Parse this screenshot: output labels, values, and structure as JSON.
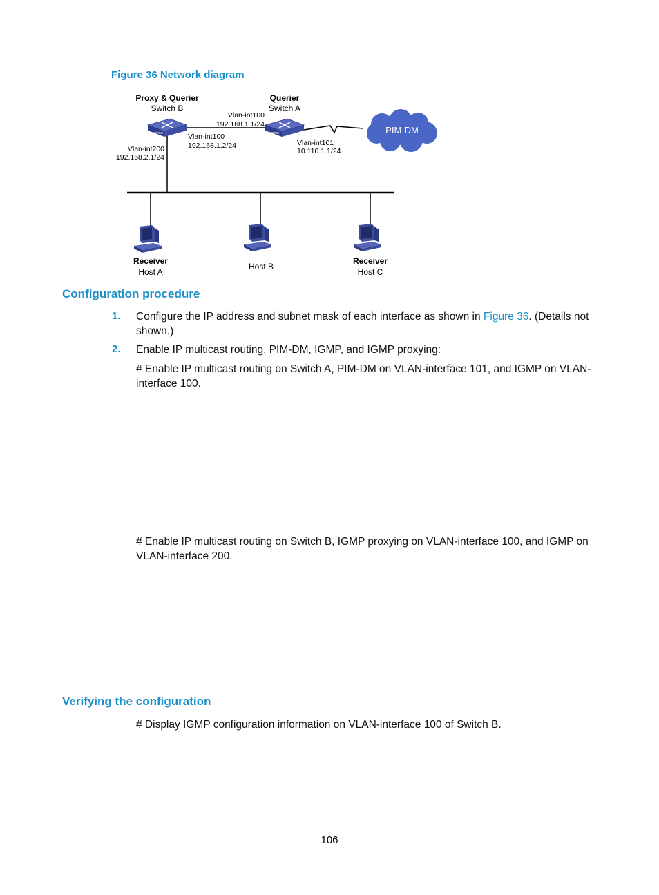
{
  "figure": {
    "caption": "Figure 36 Network diagram",
    "switch_b": {
      "role": "Proxy & Querier",
      "name": "Switch B",
      "port_left_label": "Vlan-int200",
      "port_left_ip": "192.168.2.1/24",
      "port_right_label": "Vlan-int100",
      "port_right_ip": "192.168.1.2/24"
    },
    "switch_a": {
      "role": "Querier",
      "name": "Switch A",
      "port_left_label": "Vlan-int100",
      "port_left_ip": "192.168.1.1/24",
      "port_right_label": "Vlan-int101",
      "port_right_ip": "10.110.1.1/24"
    },
    "cloud_label": "PIM-DM",
    "host_a": {
      "role": "Receiver",
      "name": "Host A"
    },
    "host_b": {
      "name": "Host B"
    },
    "host_c": {
      "role": "Receiver",
      "name": "Host C"
    },
    "device_badge": "SWITCH",
    "colors": {
      "device": "#3b4c9e",
      "cloud": "#4a67c8",
      "accent": "#1a8fc8"
    }
  },
  "config_procedure": {
    "heading": "Configuration procedure",
    "steps": [
      {
        "num": "1.",
        "text_before": "Configure the IP address and subnet mask of each interface as shown in ",
        "link": "Figure 36",
        "text_after": ". (Details not shown.)"
      },
      {
        "num": "2.",
        "text": "Enable IP multicast routing, PIM-DM, IGMP, and IGMP proxying:"
      }
    ],
    "comment_switch_a": "# Enable IP multicast routing on Switch A, PIM-DM on VLAN-interface 101, and IGMP on VLAN-interface 100.",
    "comment_switch_b": "# Enable IP multicast routing on Switch B, IGMP proxying on VLAN-interface 100, and IGMP on VLAN-interface 200."
  },
  "verifying": {
    "heading": "Verifying the configuration",
    "comment": "# Display IGMP configuration information on VLAN-interface 100 of Switch B."
  },
  "page_number": "106"
}
